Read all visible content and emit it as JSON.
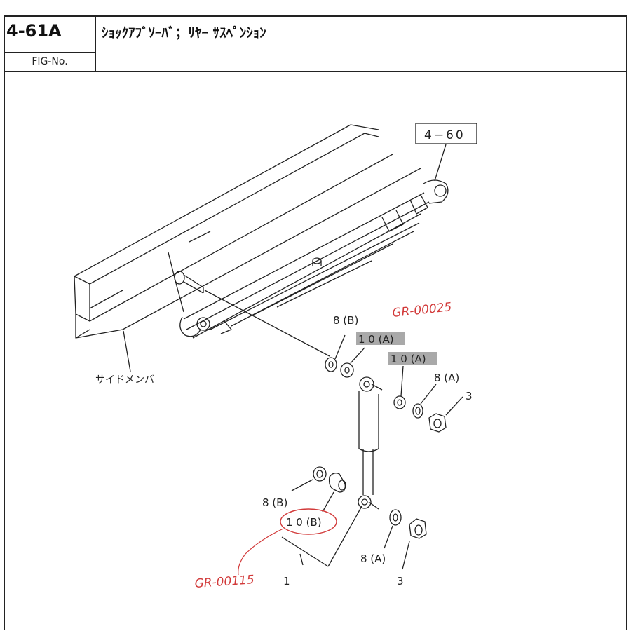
{
  "header": {
    "fig_number": "4-61A",
    "fig_label": "FIG-No.",
    "title": "ｼｮｯｸｱﾌﾞｿｰﾊﾞ；ﾘﾔｰ ｻｽﾍﾟﾝｼｮﾝ"
  },
  "diagram": {
    "ref_box": "4−60",
    "side_member": "サイドメンバ",
    "labels": {
      "p8b_top": "8 (B)",
      "p10a_top": "1 0 (A)",
      "p10a_mid": "1 0 (A)",
      "p8a_top": "8 (A)",
      "p3_top": "3",
      "p8b_bottom": "8 (B)",
      "p10b_bottom": "1 0 (B)",
      "p1": "1",
      "p8a_bottom": "8 (A)",
      "p3_bottom": "3"
    },
    "annotations": {
      "gr_top": "GR-00025",
      "gr_bottom": "GR-00115"
    },
    "colors": {
      "ink": "#222222",
      "highlight": "#9a9a9a",
      "annotation": "#d23a3a"
    }
  }
}
